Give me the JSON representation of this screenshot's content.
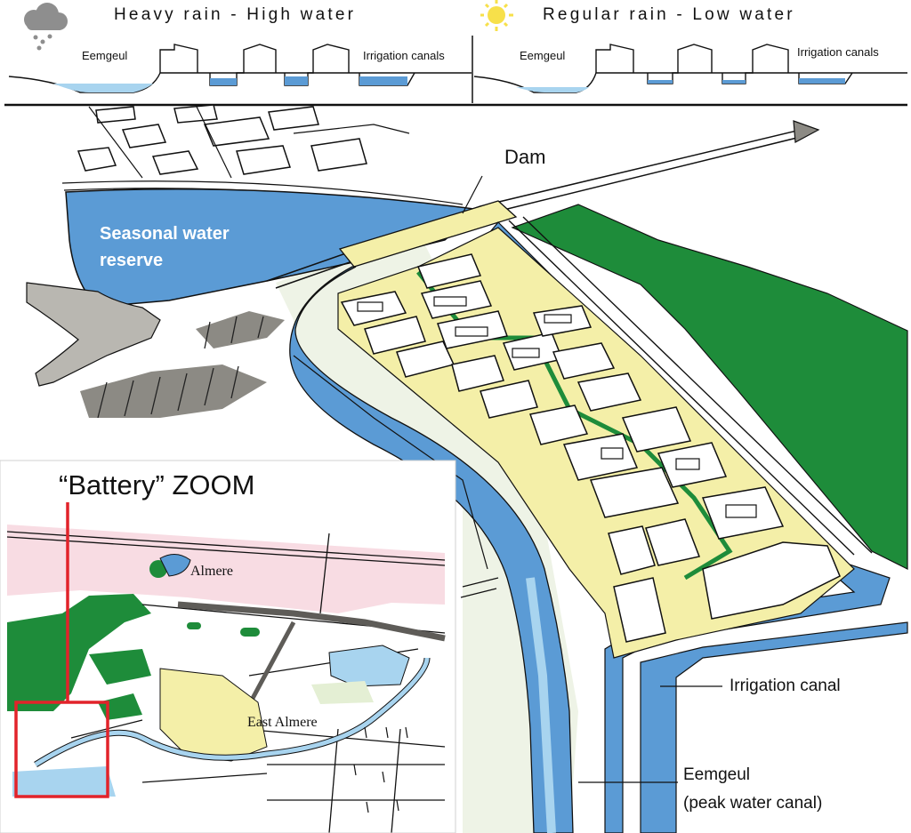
{
  "top_strip": {
    "left": {
      "title": "Heavy rain - High water",
      "icon": "rain-cloud-icon",
      "labels": {
        "eemgeul": "Eemgeul",
        "canals": "Irrigation canals"
      }
    },
    "right": {
      "title": "Regular rain - Low water",
      "icon": "sun-icon",
      "labels": {
        "eemgeul": "Eemgeul",
        "canals": "Irrigation canals"
      }
    }
  },
  "main_map": {
    "labels": {
      "dam": "Dam",
      "reserve_line1": "Seasonal water",
      "reserve_line2": "reserve",
      "irrigation_canal": "Irrigation canal",
      "eemgeul": "Eemgeul",
      "peak_canal": "(peak water canal)"
    }
  },
  "inset": {
    "title": "“Battery” ZOOM",
    "labels": {
      "almere": "Almere",
      "east_almere": "East Almere"
    }
  },
  "colors": {
    "water": "#5b9bd5",
    "water_light": "#a8d4ef",
    "green": "#1e8c3a",
    "built_yellow": "#f4efa8",
    "pale_green": "#eef3e6",
    "pink": "#f8dce3",
    "zoom_red": "#e2232a",
    "gray_land": "#b9b7b1",
    "dark_gray": "#8c8a84"
  }
}
